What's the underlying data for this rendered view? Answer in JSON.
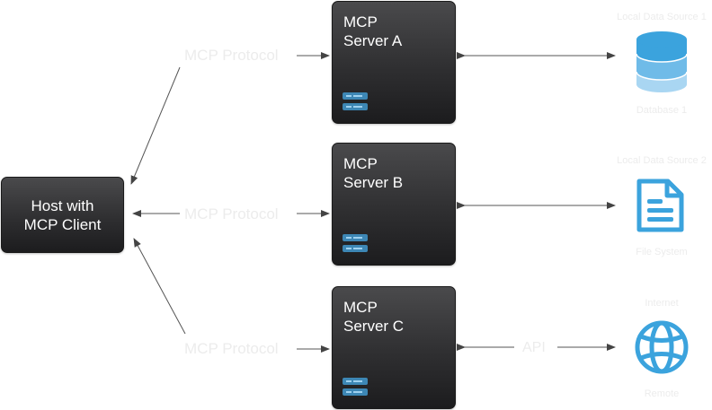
{
  "host": {
    "label": "Host with\nMCP Client"
  },
  "servers": [
    {
      "label": "MCP\nServer A"
    },
    {
      "label": "MCP\nServer B"
    },
    {
      "label": "MCP\nServer C"
    }
  ],
  "protocol_labels": [
    "MCP Protocol",
    "MCP Protocol",
    "MCP Protocol"
  ],
  "api_label": "API",
  "sources": [
    {
      "top_label": "Local Data Source 1",
      "bottom_label": "Database 1",
      "icon": "database-icon"
    },
    {
      "top_label": "Local Data Source 2",
      "bottom_label": "File System",
      "icon": "document-icon"
    },
    {
      "top_label": "Internet",
      "bottom_label": "Remote",
      "icon": "globe-icon"
    }
  ],
  "colors": {
    "box_dark": "#2f2f31",
    "box_text": "#ffffff",
    "faint_label": "#ececec",
    "arrow": "#4a4a4a",
    "icon_blue": "#3ba3dd",
    "icon_blue_light": "#9fd1ef",
    "server_icon_blue": "#3d87b5"
  }
}
